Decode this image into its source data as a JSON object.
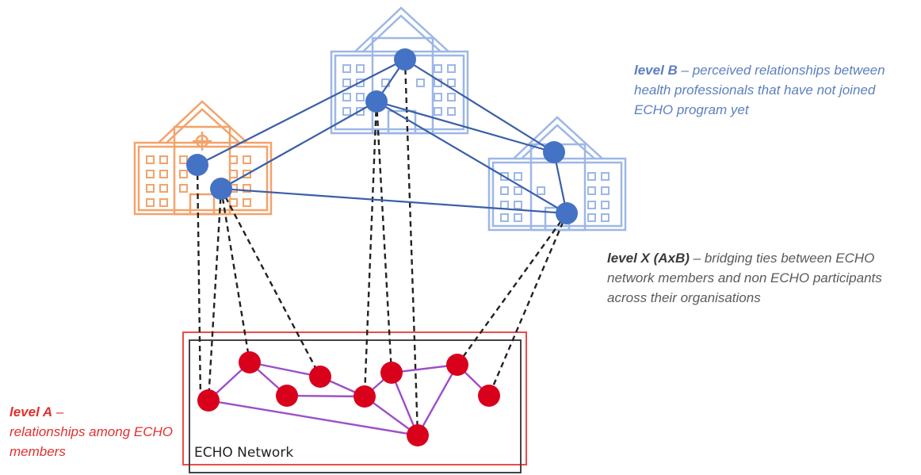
{
  "labels": {
    "level_b": {
      "head": "level B",
      "dash": " – ",
      "body": "perceived relationships  between health professionals that have not joined ECHO program yet"
    },
    "level_x": {
      "head": "level X (AxB)",
      "dash": " – ",
      "body": "bridging ties between ECHO network members and non ECHO participants across their organisations"
    },
    "level_a": {
      "head": "level A",
      "dash": " – ",
      "body": "relationships among ECHO members"
    },
    "echo_network": "ECHO Network"
  },
  "colors": {
    "level_b_text": "#5b7fc0",
    "level_a_text": "#e03030",
    "level_x_text": "#5a5a5a",
    "blue_node": "#4472c4",
    "blue_edge": "#3a5fa8",
    "red_node": "#d9001b",
    "purple_edge": "#9b4fc8",
    "dashed_edge": "#222222",
    "orange_building": "#f3a36b",
    "blue_building": "#9db7e6",
    "outer_box_red": "#ef4a4a",
    "inner_box_black": "#444444"
  },
  "icons": [
    "orange-building-icon",
    "blue-building-top-icon",
    "blue-building-right-icon"
  ]
}
